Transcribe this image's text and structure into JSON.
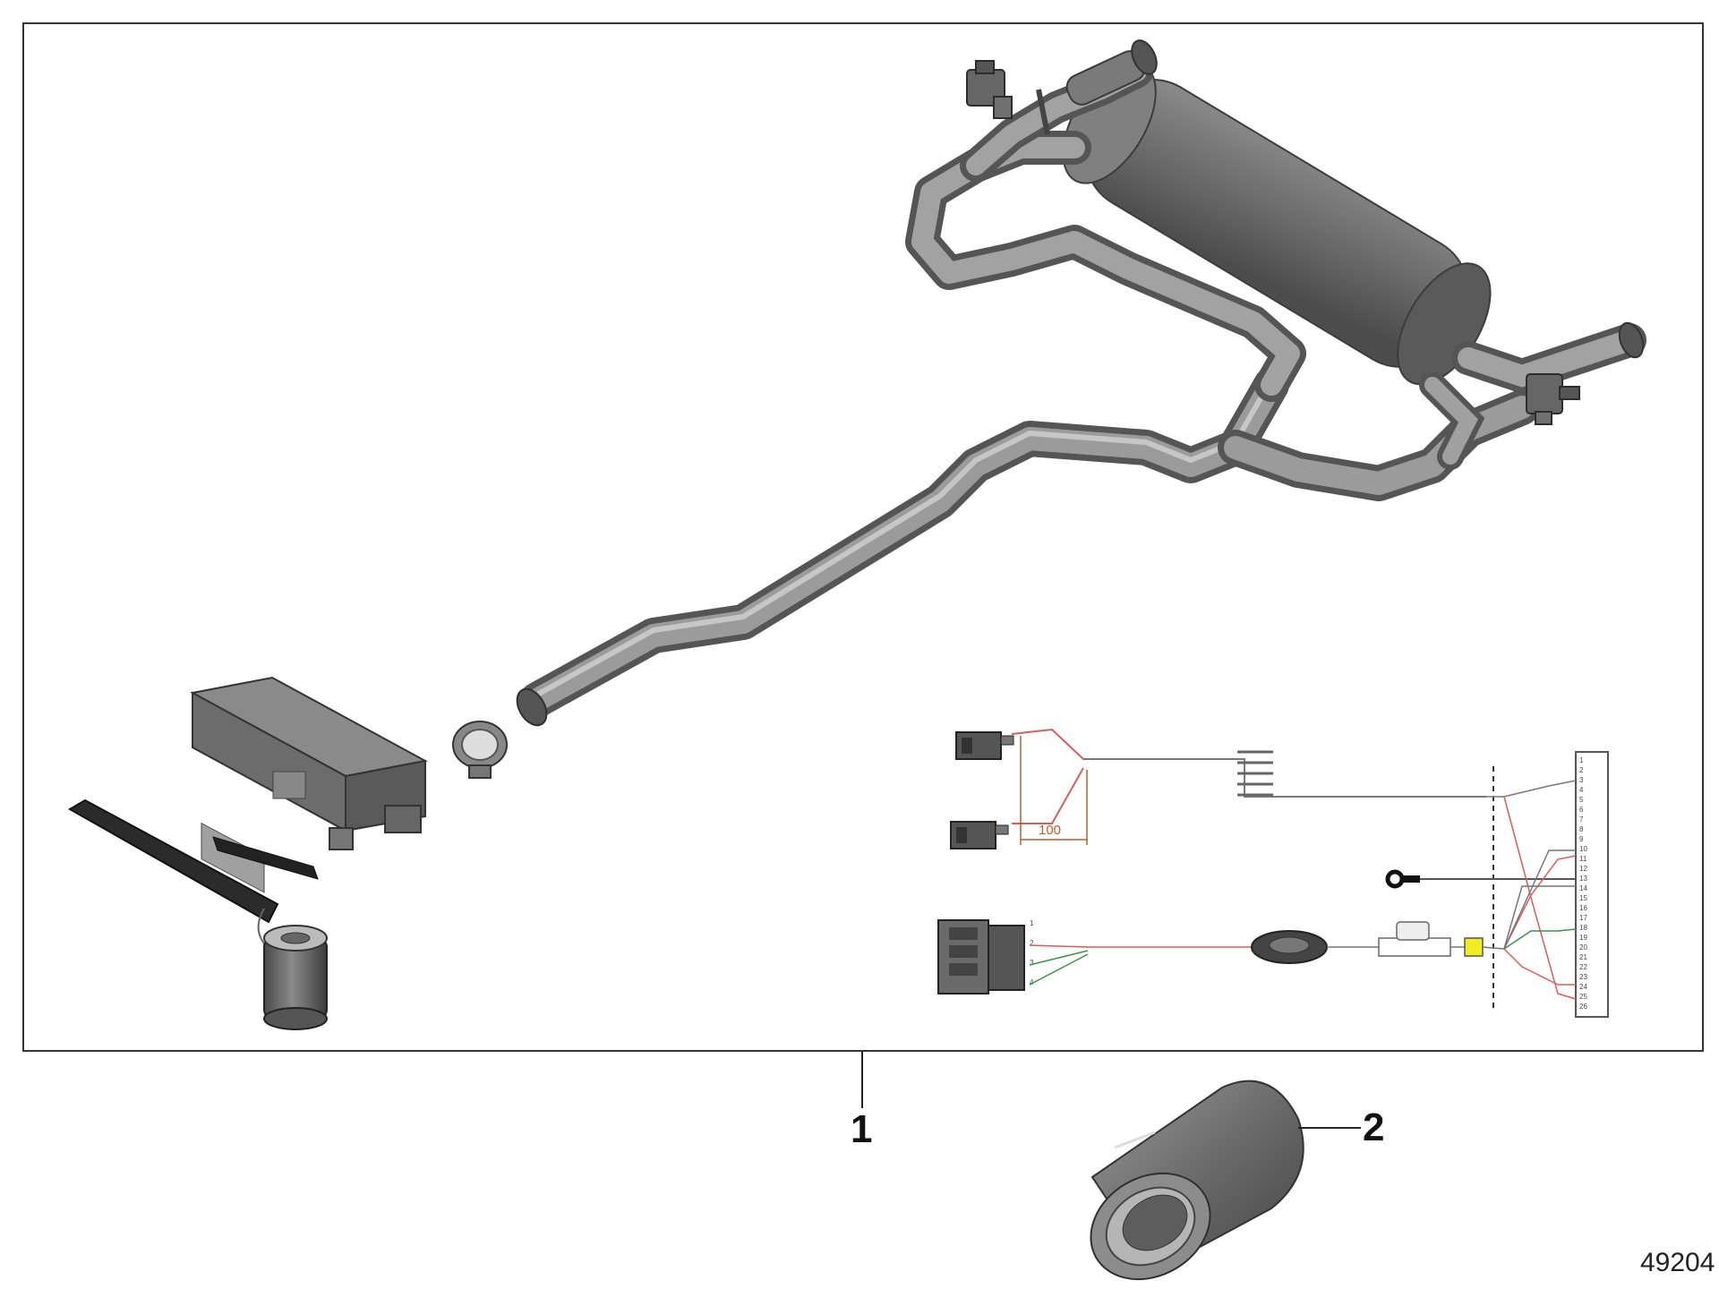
{
  "callouts": {
    "item1": "1",
    "item2": "2"
  },
  "dimension": {
    "value": "100"
  },
  "figure_id": "49204",
  "connector_pins": [
    "1",
    "2",
    "3",
    "4",
    "5",
    "6",
    "7",
    "8",
    "9",
    "10",
    "11",
    "12",
    "13",
    "14",
    "15",
    "16",
    "17",
    "18",
    "19",
    "20",
    "21",
    "22",
    "23",
    "24",
    "25",
    "26"
  ],
  "small_connector_pins": [
    "1",
    "2",
    "3",
    "4"
  ],
  "colors": {
    "pipe": "#8e8e8e",
    "pipe_dark": "#5f5f5f",
    "muffler": "#6e6e6e",
    "wire_red": "#d06060",
    "wire_green": "#3f8f4f",
    "wire_gray": "#777777",
    "fuse_yellow": "#f2ec22",
    "dim_color": "#b06030"
  }
}
